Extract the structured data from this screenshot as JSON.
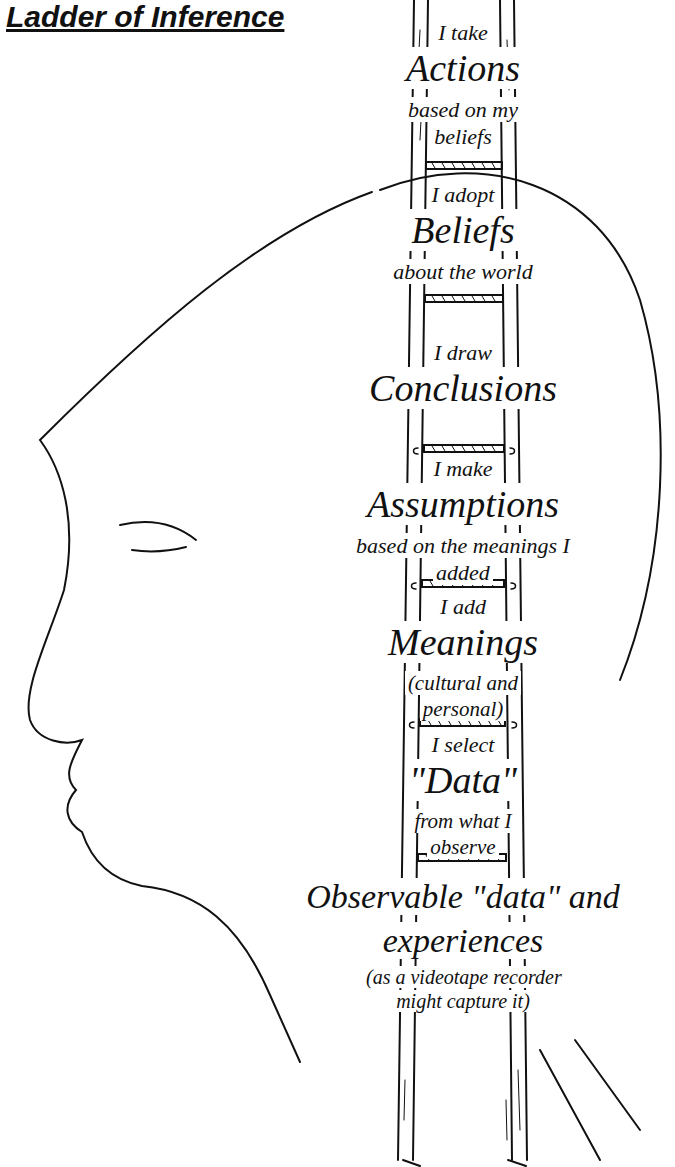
{
  "diagram": {
    "title": "Ladder of Inference",
    "nodes": [
      {
        "text": [
          "I take",
          "Actions",
          "based on my beliefs"
        ]
      },
      {
        "text": [
          "I adopt",
          "Beliefs",
          "about the world"
        ]
      },
      {
        "text": [
          "I draw",
          "Conclusions"
        ]
      },
      {
        "text": [
          "I make",
          "Assumptions",
          "based on the meanings I added"
        ]
      },
      {
        "text": [
          "I add",
          "Meanings",
          "(cultural and personal)"
        ]
      },
      {
        "text": [
          "I select",
          "\"Data\"",
          "from what I observe"
        ]
      },
      {
        "text": [
          "Observable \"data\" and experiences",
          "(as a videotape recorder might capture it)"
        ]
      }
    ]
  }
}
